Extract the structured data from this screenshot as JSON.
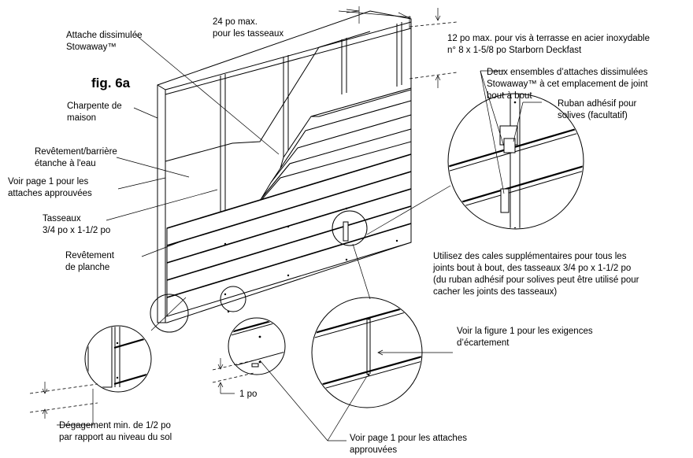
{
  "figure": {
    "title": "fig. 6a"
  },
  "labels": {
    "hidden_fastener": [
      "Attache dissimulée",
      "Stowaway™"
    ],
    "joist_spacing": [
      "24 po max.",
      "pour les tasseaux"
    ],
    "screw_spacing": [
      "12 po max. pour vis à terrasse en acier inoxydable",
      "n° 8 x 1-5/8 po Starborn Deckfast"
    ],
    "two_sets": [
      "Deux ensembles d’attaches dissimulées",
      "Stowaway™ à cet emplacement de joint",
      "bout à bout"
    ],
    "joist_tape": [
      "Ruban adhésif pour",
      "solives (facultatif)"
    ],
    "house_frame": [
      "Charpente de",
      "maison"
    ],
    "sheathing": [
      "Revêtement/barrière",
      "étanche à l'eau"
    ],
    "see_page1_fasteners": [
      "Voir page 1 pour les",
      "attaches approuvées"
    ],
    "battens": [
      "Tasseaux",
      "3/4 po x 1-1/2 po"
    ],
    "siding": [
      "Revêtement",
      "de planche"
    ],
    "extra_blocking": [
      "Utilisez des cales supplémentaires pour tous les",
      "joints bout à bout, des tasseaux 3/4 po x 1-1/2 po",
      "(du ruban adhésif pour solives peut être utilisé pour",
      "cacher les joints des tasseaux)"
    ],
    "gap_reference": [
      "Voir la figure 1 pour les exigences",
      "d’écartement"
    ],
    "one_inch": "1 po",
    "ground_clearance": [
      "Dégagement min. de 1/2 po",
      "par rapport au niveau du sol"
    ],
    "see_page1_bottom": [
      "Voir page 1 pour les attaches",
      "approuvées"
    ]
  }
}
